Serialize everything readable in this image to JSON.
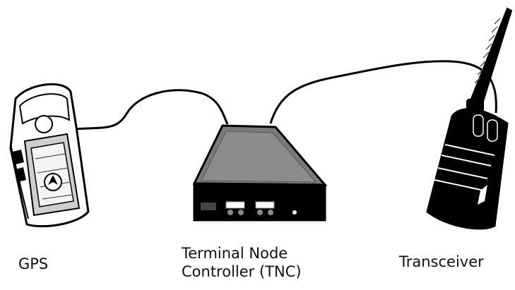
{
  "labels": {
    "gps": "GPS",
    "tnc_line1": "Terminal Node",
    "tnc_line2": "Controller (TNC)",
    "transceiver": "Transceiver"
  },
  "icons": {
    "gps_device": "handheld-gps-icon",
    "tnc_device": "terminal-node-controller-icon",
    "transceiver_device": "handheld-radio-icon",
    "cable": "cable-icon"
  },
  "colors": {
    "line": "#000000",
    "tnc_top": "#7a7a7a",
    "background": "#ffffff"
  }
}
